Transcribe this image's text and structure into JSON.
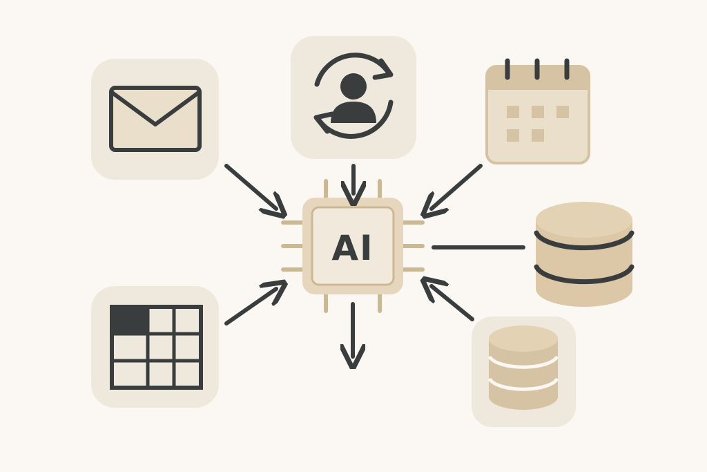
{
  "diagram": {
    "center": {
      "label": "AI",
      "icon": "cpu-chip-icon"
    },
    "sources": [
      {
        "icon": "email-icon",
        "flow": "in"
      },
      {
        "icon": "user-sync-icon",
        "flow": "in"
      },
      {
        "icon": "calendar-icon",
        "flow": "in"
      },
      {
        "icon": "table-icon",
        "flow": "in"
      },
      {
        "icon": "database-small-icon",
        "flow": "in"
      }
    ],
    "outputs": [
      {
        "icon": "database-large-icon",
        "flow": "connected"
      },
      {
        "icon": "arrow-down-icon",
        "flow": "out"
      }
    ]
  },
  "colors": {
    "background": "#fbf8f4",
    "tile": "#efe8dd",
    "accent": "#d6c3a3",
    "accent_light": "#e6d6bd",
    "stroke": "#3a3d3e",
    "chip_body": "#f1e9dc",
    "chip_border": "#cdb894"
  }
}
